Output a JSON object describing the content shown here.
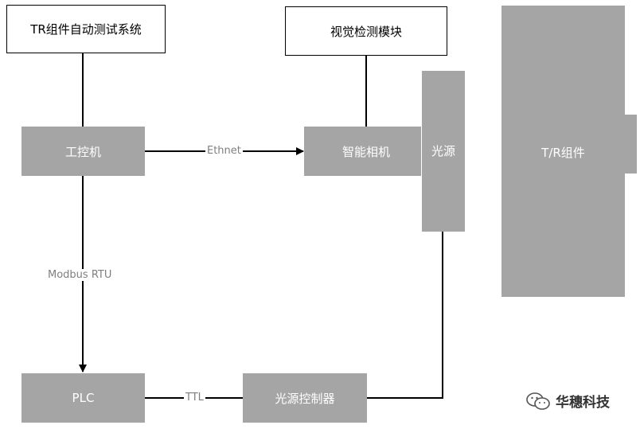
{
  "nodes": {
    "tr_system": "TR组件自动测试系统",
    "vision_module": "视觉检测模块",
    "ipc": "工控机",
    "smart_camera": "智能相机",
    "light_source": "光源",
    "tr_component": "T/R组件",
    "plc": "PLC",
    "light_controller": "光源控制器"
  },
  "edges": {
    "ethernet": "Ethnet",
    "modbus": "Modbus RTU",
    "ttl": "TTL"
  },
  "watermark": {
    "text": "华穗科技",
    "icon": "wechat-icon"
  },
  "colors": {
    "node_fill": "#a5a5a5",
    "node_text": "#ffffff",
    "edge_label": "#7f7f7f",
    "line": "#000000"
  }
}
